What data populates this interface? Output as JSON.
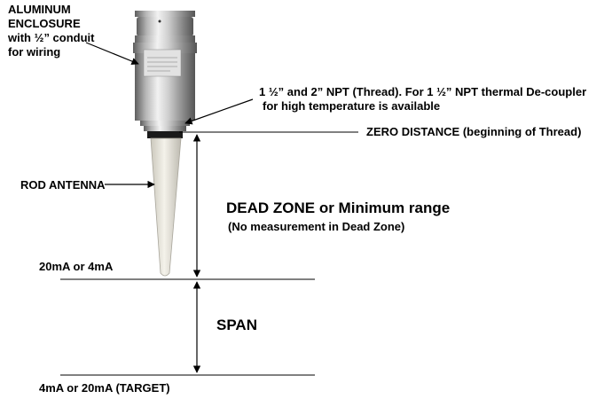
{
  "labels": {
    "enclosure": [
      "ALUMINUM",
      "ENCLOSURE",
      "with ½” conduit",
      "for wiring"
    ],
    "thread": [
      "1 ½” and 2” NPT (Thread). For 1 ½” NPT thermal De-coupler",
      "for high temperature is available"
    ],
    "zero_distance": "ZERO DISTANCE (beginning of Thread)",
    "rod_antenna": "ROD ANTENNA",
    "dead_zone_title": "DEAD ZONE or Minimum range",
    "dead_zone_note": "(No measurement in Dead Zone)",
    "upper_level": "20mA or 4mA",
    "span": "SPAN",
    "lower_level": "4mA or 20mA (TARGET)"
  },
  "colors": {
    "line": "#000000",
    "metal_dark": "#5e5e5e",
    "metal_light": "#f2f2f2",
    "antenna": "#e6e3d8"
  }
}
